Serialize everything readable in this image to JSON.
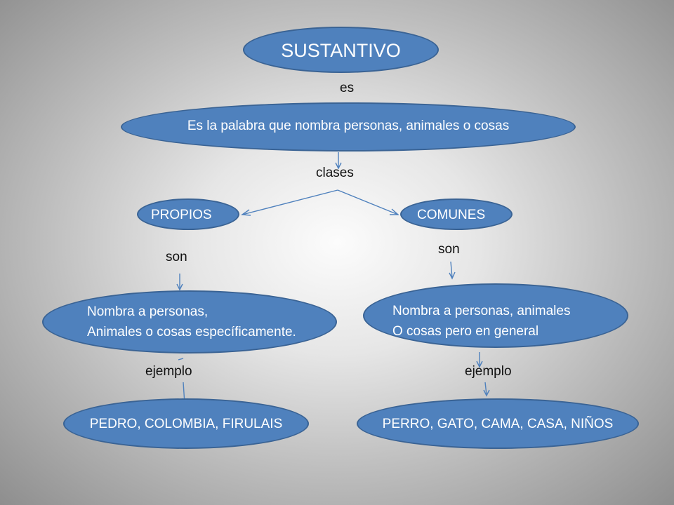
{
  "nodes": {
    "sustantivo": "SUSTANTIVO",
    "definicion": "Es la palabra que nombra personas, animales o cosas",
    "propios": "PROPIOS",
    "comunes": "COMUNES",
    "def_propios": [
      "Nombra  a  personas,",
      "Animales o cosas específicamente."
    ],
    "def_comunes": [
      "Nombra a personas, animales",
      "O cosas pero en general"
    ],
    "ej_propios": "PEDRO, COLOMBIA, FIRULAIS",
    "ej_comunes": "PERRO, GATO, CAMA, CASA, NIÑOS"
  },
  "labels": {
    "es": "es",
    "clases": "clases",
    "son_propios": "son",
    "son_comunes": "son",
    "ejemplo_propios": "ejemplo",
    "ejemplo_comunes": "ejemplo"
  },
  "colors": {
    "node_fill": "#4f81bd",
    "node_border": "#3a6394",
    "node_text": "#ffffff",
    "connector": "#4f81bd",
    "label_text": "#111111"
  }
}
